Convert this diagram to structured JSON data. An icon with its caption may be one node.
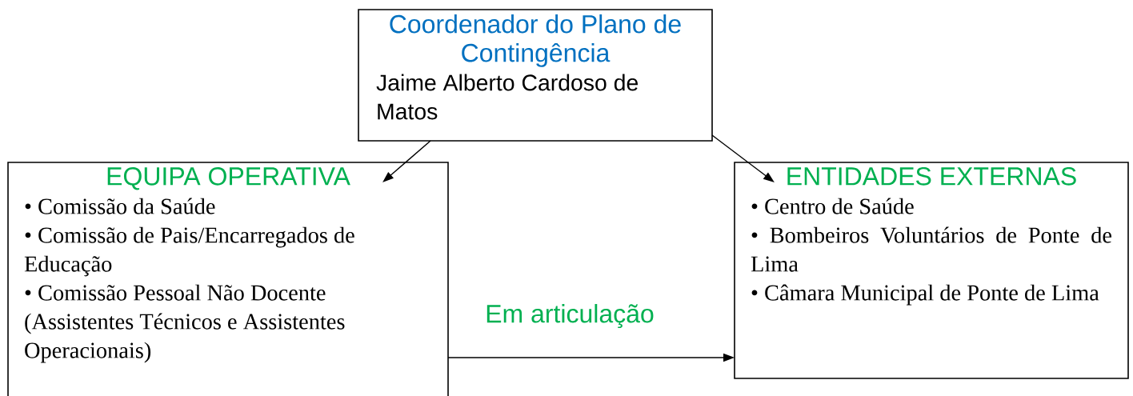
{
  "diagram": {
    "nodes": [
      {
        "text": [
          "Coordenador do Plano de Contingência",
          "Jaime Alberto Cardoso de Matos"
        ]
      },
      {
        "text": [
          "EQUIPA OPERATIVA",
          "• Comissão da Saúde",
          "• Comissão de Pais/Encarregados de Educação",
          "• Comissão Pessoal Não Docente (Assistentes Técnicos e Assistentes Operacionais)"
        ]
      },
      {
        "text": [
          "ENTIDADES EXTERNAS",
          "• Centro de Saúde",
          "• Bombeiros Voluntários de Ponte de Lima",
          "• Câmara Municipal de Ponte de Lima"
        ]
      }
    ],
    "edges": [
      {
        "from": 0,
        "to": 1,
        "arrow": "to"
      },
      {
        "from": 0,
        "to": 2,
        "arrow": "to"
      },
      {
        "from": 1,
        "to": 2,
        "arrow": "to",
        "label": "Em articulação"
      }
    ]
  }
}
